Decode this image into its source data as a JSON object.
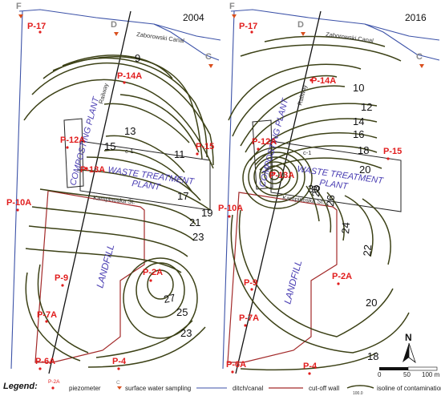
{
  "panels": [
    {
      "year": "2004",
      "canal_name": "Zaborowski Canal",
      "street_name": "Kampinoska St.",
      "railway": "Railway",
      "plant_name_1": "WASTE TREATMENT",
      "plant_name_2": "PLANT",
      "composting_plant": "COMPOSTING PLANT",
      "landfill": "LANDFILL",
      "well_label": "c-1",
      "points": [
        "F",
        "D",
        "C"
      ],
      "piezometers": [
        "P-17",
        "P-14A",
        "P-12A",
        "P-13A",
        "P-15",
        "P-10A",
        "P-9",
        "P-2A",
        "P-7A",
        "P-6A",
        "P-4"
      ],
      "isoline_values": [
        "9",
        "13",
        "15",
        "11",
        "17",
        "19",
        "21",
        "23",
        "27",
        "25",
        "23"
      ]
    },
    {
      "year": "2016",
      "canal_name": "Zaborowski Canal",
      "street_name": "Kampinoska St.",
      "railway": "Railway",
      "plant_name_1": "WASTE TREATMENT",
      "plant_name_2": "PLANT",
      "composting_plant": "COMPOSTING PLANT",
      "landfill": "LANDFILL",
      "well_label": "c-1",
      "points": [
        "F",
        "D",
        "C"
      ],
      "piezometers": [
        "P-17",
        "P-14A",
        "P-12A",
        "P-13A",
        "P-15",
        "P-10A",
        "P-9",
        "P-2A",
        "P-7A",
        "P-6A",
        "P-4"
      ],
      "isoline_values": [
        "10",
        "12",
        "14",
        "16",
        "18",
        "20",
        "30",
        "28",
        "26",
        "24",
        "22",
        "20",
        "18"
      ]
    }
  ],
  "north": "N",
  "scale": {
    "start": "0",
    "mid": "50",
    "end": "100 m"
  },
  "legend": {
    "title": "Legend:",
    "piezometer_sample": "P-2A",
    "piezometer": "piezometer",
    "surface_water_sample": "C",
    "surface_water": "surface water sampling",
    "ditch": "ditch/canal",
    "cutoff": "cut-off wall",
    "isoline_sample": "100.0",
    "isoline": "isoline of contamination level"
  },
  "colors": {
    "isoline": "#3c4116",
    "canal": "#3c52a8",
    "cutoff_wall": "#a32a2a",
    "piezometer": "#e11d1d",
    "surface_water": "#8a8a8a",
    "plant_label": "#4b3fb3"
  }
}
